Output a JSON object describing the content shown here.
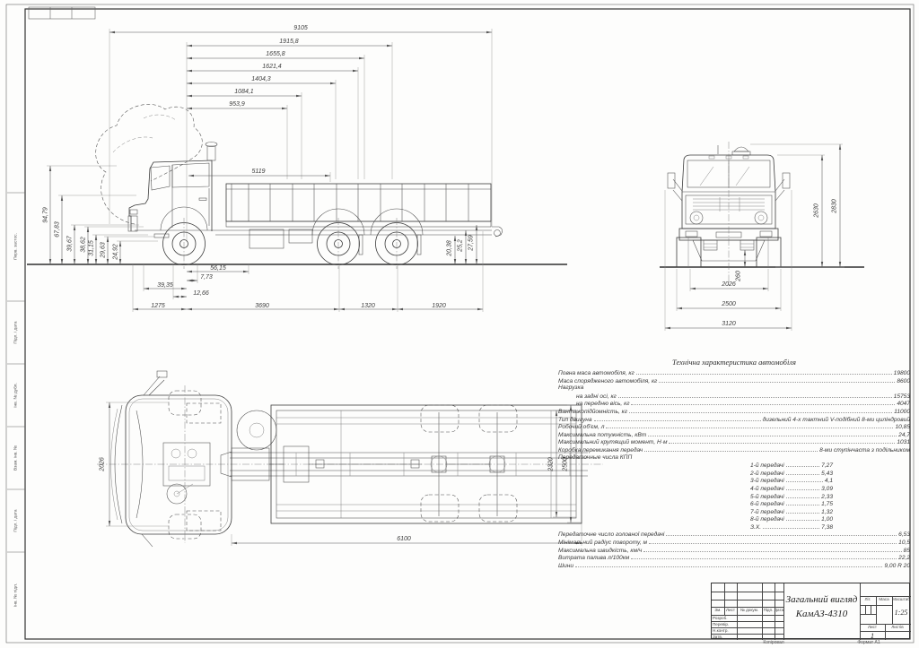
{
  "side_view": {
    "top_dims": [
      "9105",
      "1915,8",
      "1655,8",
      "1621,4",
      "1404,3",
      "1084,1",
      "953,9"
    ],
    "platform_dim": "5119",
    "left_dims": [
      "94,79",
      "67,83",
      "39,67",
      "38,62",
      "31,15",
      "29,63",
      "24,92"
    ],
    "under_dims": [
      "56,15",
      "7,73",
      "39,35",
      "12,66"
    ],
    "bottom_dims": [
      "1275",
      "3690",
      "1320",
      "1920"
    ],
    "rear_dims": [
      "20,38",
      "25,2",
      "27,59"
    ]
  },
  "front_view": {
    "height_dim_inner": "2630",
    "height_dim_outer": "2830",
    "clearance_dim": "260",
    "track_dim": "2026",
    "width_dim": "2500",
    "overall_width_dim": "3120"
  },
  "top_view": {
    "track_dim": "2026",
    "platform_inner_dim": "2320",
    "platform_outer_dim": "2500",
    "length_dim": "6100"
  },
  "specs": {
    "title": "Технічна характеристика автомобіля",
    "rows": [
      {
        "label": "Повна маса автомобіля, кг",
        "value": "19800"
      },
      {
        "label": "Маса спорядженого автомобіля, кг",
        "value": "8600"
      },
      {
        "label": "Нагрузка",
        "value": ""
      },
      {
        "label": "на задні осі, кг",
        "value": "15753"
      },
      {
        "label": "на передню вісь,  кг",
        "value": "4047"
      },
      {
        "label": "Вантажопідйомність, кг",
        "value": "11000"
      },
      {
        "label": "Тип двигуна",
        "value": "дизельний 4-х тактний V-подібний 8-ми циліндровий"
      },
      {
        "label": "Робочий об'єм,  л",
        "value": "10,85"
      },
      {
        "label": "Максимальна потужність, кВт",
        "value": "24,7"
      },
      {
        "label": "Максимальний крутящий момент, Н·м",
        "value": "1031"
      },
      {
        "label": "Коробка перемикання передач",
        "value": "8-ми ступінчаста з  подільником"
      },
      {
        "label": "Передаточные числа КПП",
        "value": ""
      },
      {
        "label": "1-й передачі",
        "value": "7,27"
      },
      {
        "label": "2-й передачі",
        "value": "5,43"
      },
      {
        "label": "3-й передачі",
        "value": "4,1"
      },
      {
        "label": "4-й передачі",
        "value": "3,09"
      },
      {
        "label": "5-й передачі",
        "value": "2,33"
      },
      {
        "label": "6-й передачі",
        "value": "1,75"
      },
      {
        "label": "7-й передачі",
        "value": "1,32"
      },
      {
        "label": "8-й передачі",
        "value": "1,00"
      },
      {
        "label": "З.Х.",
        "value": "7,38"
      },
      {
        "label": "Передаточне число головної передачі",
        "value": "6,53"
      },
      {
        "label": "Мінімальний радіус повороту, м",
        "value": "10,5"
      },
      {
        "label": "Максимальна швидкість,  км/ч",
        "value": "85"
      },
      {
        "label": "Витрата палива л/100км",
        "value": "22,2"
      },
      {
        "label": "Шини",
        "value": "9,00 R 20"
      }
    ]
  },
  "title_block": {
    "title_line1": "Загальний вигляд",
    "title_line2": "КамАЗ-4310",
    "scale": "1:25",
    "sheet_value": "1",
    "col_headers": [
      "Зм.",
      "Лист",
      "№ докум.",
      "Підп.",
      "Дата"
    ],
    "row_labels": [
      "Розроб.",
      "Перевір.",
      "Н.контр.",
      "Затв."
    ],
    "lit_header": "Літ.",
    "mass_header": "Маса",
    "scale_header": "Масштаб",
    "sheet_header": "Лист",
    "sheets_header": "Листів",
    "copied": "Копіровал",
    "format": "Формат  А1"
  },
  "margin_labels": [
    "Перв. застос.",
    "Підп. і дата",
    "Інв. № дубл.",
    "Взам. інв. №",
    "Підп. і дата",
    "Інв. № підл."
  ]
}
